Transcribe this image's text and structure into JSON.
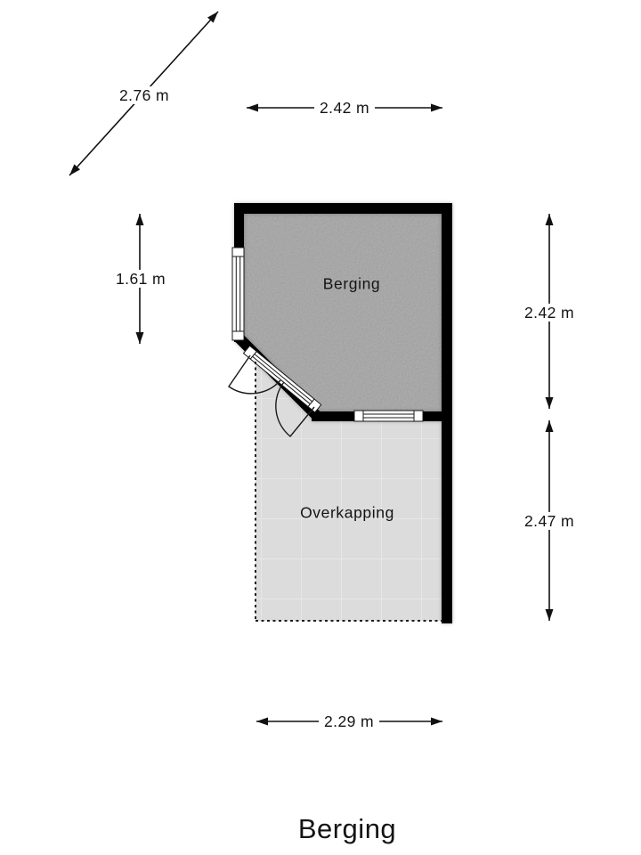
{
  "title": "Berging",
  "rooms": {
    "berging": {
      "label": "Berging",
      "floor_color": "#a2a2a2"
    },
    "overkapping": {
      "label": "Overkapping",
      "floor_color": "#dcdcdc",
      "grid_color": "#e9e9e9"
    }
  },
  "dimensions": {
    "diagonal_left": "2.76 m",
    "top": "2.42 m",
    "left": "1.61 m",
    "right_upper": "2.42 m",
    "right_lower": "2.47 m",
    "bottom": "2.29 m"
  },
  "colors": {
    "wall": "#000000",
    "line": "#1a1a1a",
    "text": "#141414",
    "background": "#ffffff"
  }
}
